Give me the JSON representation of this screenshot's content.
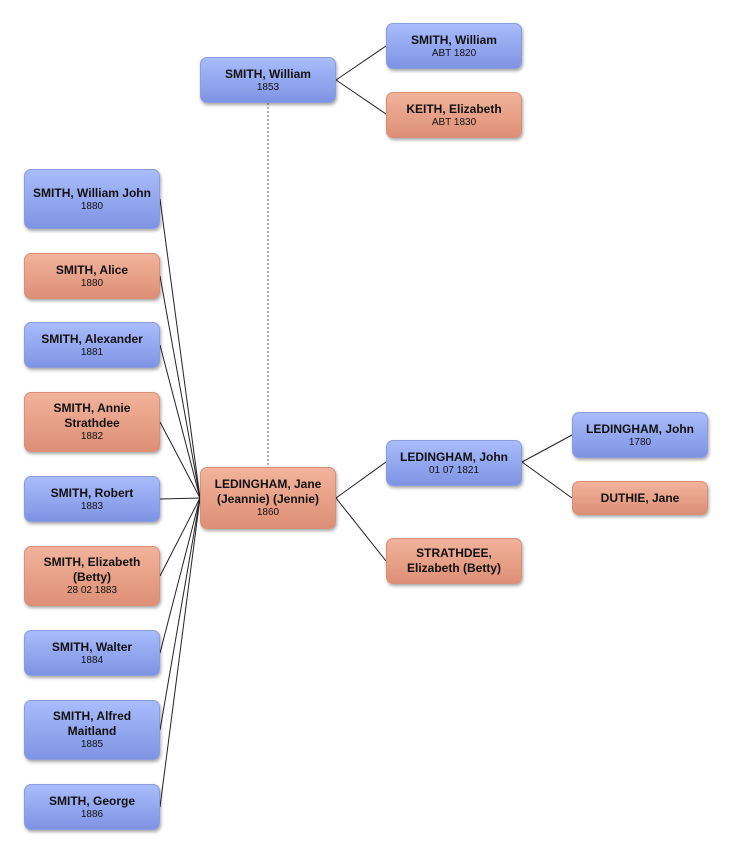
{
  "people": {
    "william_1853": {
      "name": "SMITH, William",
      "date": "1853"
    },
    "william_1820": {
      "name": "SMITH, William",
      "date": "ABT 1820"
    },
    "elizabeth_keith": {
      "name": "KEITH, Elizabeth",
      "date": "ABT 1830"
    },
    "jane_ledingham": {
      "name": "LEDINGHAM, Jane (Jeannie) (Jennie)",
      "date": "1860"
    },
    "john_1821": {
      "name": "LEDINGHAM, John",
      "date": "01 07 1821"
    },
    "elizabeth_strathdee": {
      "name": "STRATHDEE, Elizabeth (Betty)",
      "date": ""
    },
    "john_1780": {
      "name": "LEDINGHAM, John",
      "date": "1780"
    },
    "jane_duthie": {
      "name": "DUTHIE, Jane",
      "date": ""
    },
    "children": [
      {
        "name": "SMITH, William John",
        "date": "1880"
      },
      {
        "name": "SMITH, Alice",
        "date": "1880"
      },
      {
        "name": "SMITH, Alexander",
        "date": "1881"
      },
      {
        "name": "SMITH, Annie Strathdee",
        "date": "1882"
      },
      {
        "name": "SMITH, Robert",
        "date": "1883"
      },
      {
        "name": "SMITH, Elizabeth (Betty)",
        "date": "28 02 1883"
      },
      {
        "name": "SMITH, Walter",
        "date": "1884"
      },
      {
        "name": "SMITH, Alfred Maitland",
        "date": "1885"
      },
      {
        "name": "SMITH, George",
        "date": "1886"
      }
    ]
  }
}
